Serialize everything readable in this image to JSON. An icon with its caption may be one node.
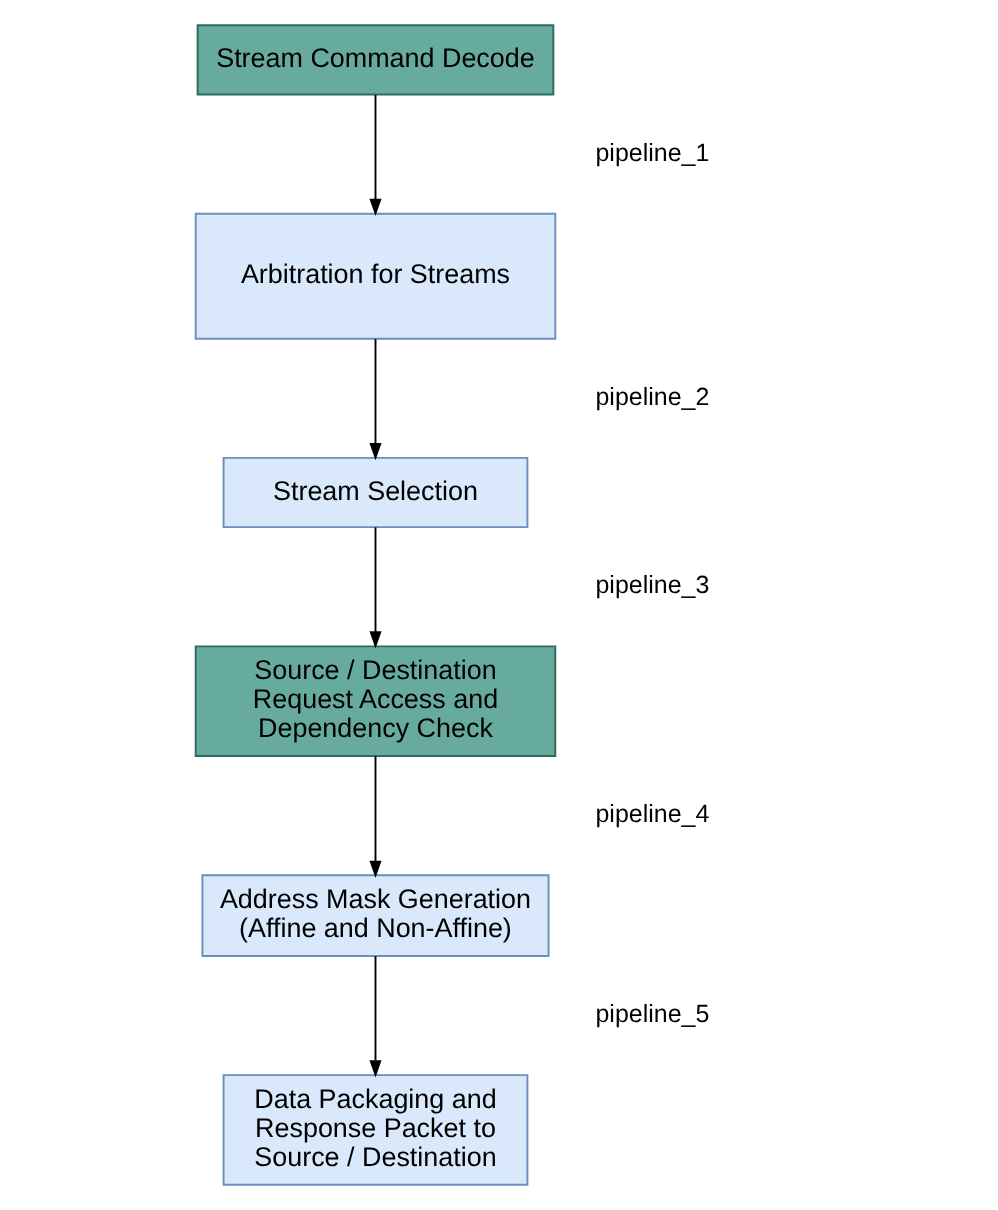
{
  "diagram": {
    "nodes": [
      {
        "text": [
          "Stream Command Decode"
        ]
      },
      {
        "text": [
          "Arbitration for Streams"
        ]
      },
      {
        "text": [
          "Stream Selection"
        ]
      },
      {
        "text": [
          "Source / Destination Request Access and Dependency Check"
        ]
      },
      {
        "text": [
          "Address Mask Generation (Affine and Non-Affine)"
        ]
      },
      {
        "text": [
          "Data Packaging and Response Packet to Source / Destination"
        ]
      }
    ],
    "edges": [
      {
        "from": 0,
        "to": 1,
        "arrow": "to"
      },
      {
        "from": 1,
        "to": 2,
        "arrow": "to"
      },
      {
        "from": 2,
        "to": 3,
        "arrow": "to"
      },
      {
        "from": 3,
        "to": 4,
        "arrow": "to"
      },
      {
        "from": 4,
        "to": 5,
        "arrow": "to"
      }
    ],
    "labels": [
      "pipeline_1",
      "pipeline_2",
      "pipeline_3",
      "pipeline_4",
      "pipeline_5"
    ]
  }
}
